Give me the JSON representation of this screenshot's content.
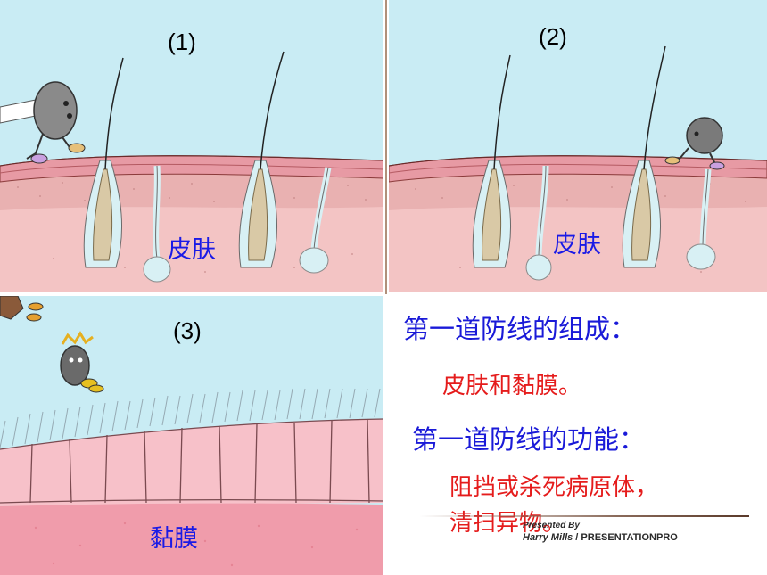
{
  "panels": [
    {
      "number": "(1)",
      "tissue_label": "皮肤"
    },
    {
      "number": "(2)",
      "tissue_label": "皮肤"
    },
    {
      "number": "(3)",
      "tissue_label": "黏膜"
    }
  ],
  "info": {
    "composition_heading": "第一道防线的组成：",
    "composition_text": "皮肤和黏膜。",
    "function_heading": "第一道防线的功能：",
    "function_line1": "阻挡或杀死病原体，",
    "function_line2": "清扫异物。"
  },
  "credit": {
    "line1": "Presented By",
    "line2_name": "Harry Mills",
    "line2_org": " / PRESENTATIONPRO"
  },
  "colors": {
    "sky": "#c9ecf4",
    "skin_top": "#e8a0a8",
    "dermis": "#f4c6c6",
    "mucosa_cells": "#f7c1c9",
    "mucosa_base": "#f2909f",
    "heading_blue": "#1a1ad8",
    "text_red": "#e51c1c"
  },
  "icons": [
    "pathogen-character-icon",
    "hair-follicle-icon",
    "sweat-gland-icon",
    "cilia-icon"
  ]
}
